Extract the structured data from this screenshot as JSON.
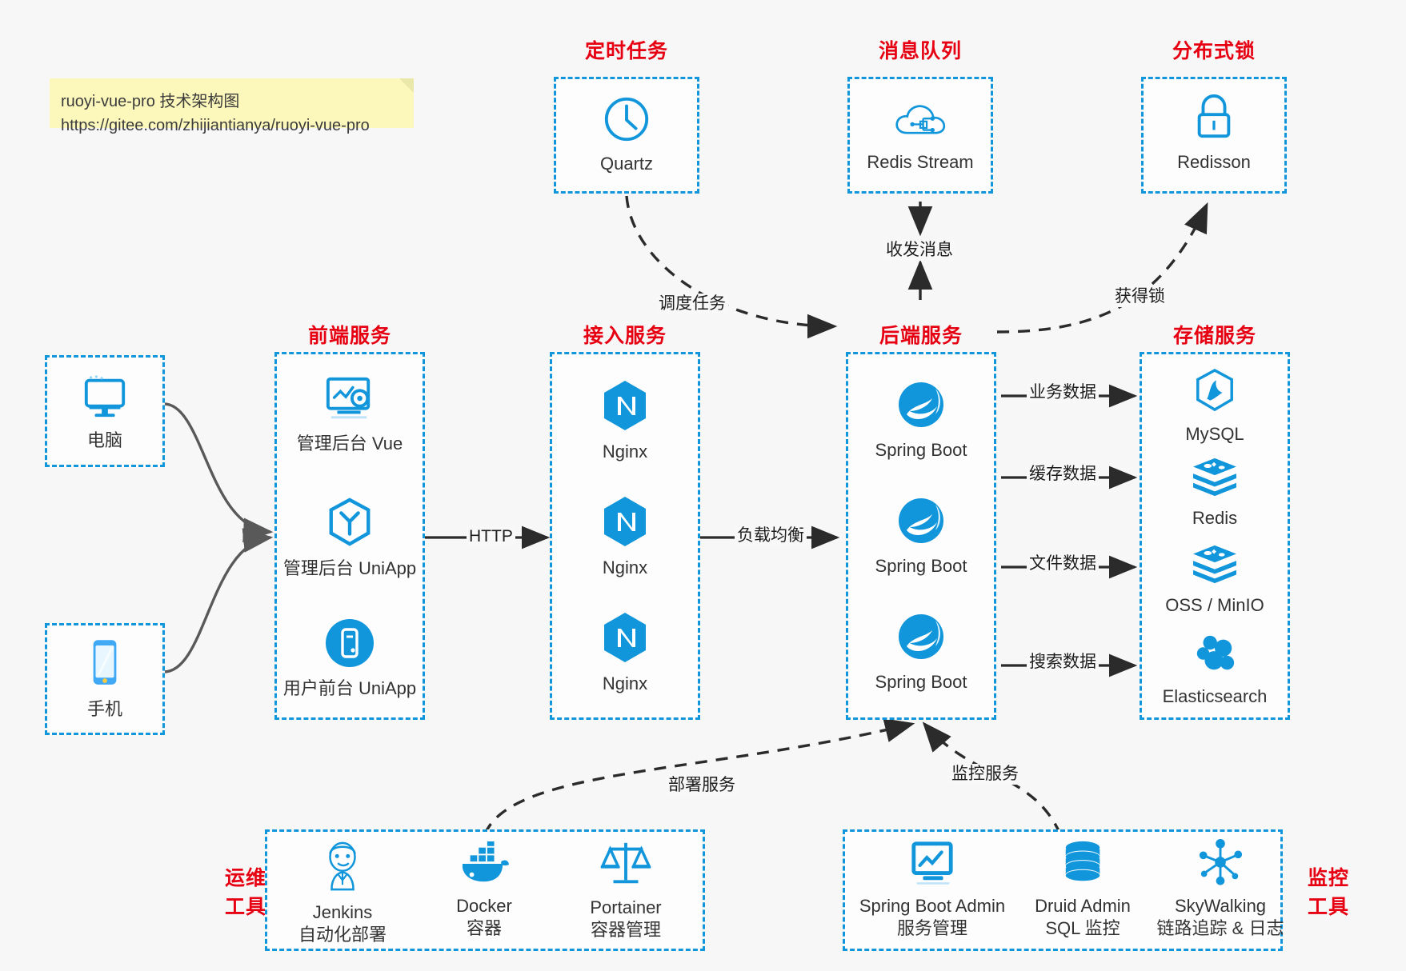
{
  "note": {
    "line1": "ruoyi-vue-pro 技术架构图",
    "line2": "https://gitee.com/zhijiantianya/ruoyi-vue-pro"
  },
  "colors": {
    "accent_blue": "#1296db",
    "caption_red": "#e60012",
    "background": "#f7f7f7",
    "note_yellow": "#fcf7ba",
    "edge_dark": "#2b2b2b",
    "edge_gray": "#595959"
  },
  "captions": {
    "scheduled_task": "定时任务",
    "message_queue": "消息队列",
    "distributed_lock": "分布式锁",
    "frontend_service": "前端服务",
    "access_service": "接入服务",
    "backend_service": "后端服务",
    "storage_service": "存储服务",
    "devops_tools_line1": "运维",
    "devops_tools_line2": "工具",
    "monitor_tools_line1": "监控",
    "monitor_tools_line2": "工具"
  },
  "clients": [
    {
      "icon": "desktop-computer-icon",
      "label": "电脑"
    },
    {
      "icon": "mobile-phone-icon",
      "label": "手机"
    }
  ],
  "scheduled_task": {
    "icon": "clock-icon",
    "label": "Quartz"
  },
  "message_queue": {
    "icon": "cloud-stream-icon",
    "label": "Redis Stream"
  },
  "distributed_lock": {
    "icon": "padlock-icon",
    "label": "Redisson"
  },
  "frontend_service": [
    {
      "icon": "dashboard-settings-icon",
      "label": "管理后台 Vue"
    },
    {
      "icon": "uniapp-cube-icon",
      "label": "管理后台 UniApp"
    },
    {
      "icon": "mobile-app-circle-icon",
      "label": "用户前台 UniApp"
    }
  ],
  "access_service": [
    {
      "icon": "nginx-icon",
      "label": "Nginx"
    },
    {
      "icon": "nginx-icon",
      "label": "Nginx"
    },
    {
      "icon": "nginx-icon",
      "label": "Nginx"
    }
  ],
  "backend_service": [
    {
      "icon": "spring-boot-icon",
      "label": "Spring Boot"
    },
    {
      "icon": "spring-boot-icon",
      "label": "Spring Boot"
    },
    {
      "icon": "spring-boot-icon",
      "label": "Spring Boot"
    }
  ],
  "storage_service": [
    {
      "icon": "mysql-dolphin-icon",
      "label": "MySQL"
    },
    {
      "icon": "redis-stack-icon",
      "label": "Redis"
    },
    {
      "icon": "oss-stack-icon",
      "label": "OSS / MinIO"
    },
    {
      "icon": "elasticsearch-icon",
      "label": "Elasticsearch"
    }
  ],
  "devops_tools": [
    {
      "icon": "jenkins-butler-icon",
      "label": "Jenkins",
      "sub": "自动化部署"
    },
    {
      "icon": "docker-whale-icon",
      "label": "Docker",
      "sub": "容器"
    },
    {
      "icon": "portainer-scale-icon",
      "label": "Portainer",
      "sub": "容器管理"
    }
  ],
  "monitor_tools": [
    {
      "icon": "monitor-chart-icon",
      "label": "Spring Boot Admin",
      "sub": "服务管理"
    },
    {
      "icon": "database-cylinder-icon",
      "label": "Druid Admin",
      "sub": "SQL 监控"
    },
    {
      "icon": "skywalking-node-icon",
      "label": "SkyWalking",
      "sub": "链路追踪 & 日志"
    }
  ],
  "edge_labels": {
    "http": "HTTP",
    "load_balance": "负载均衡",
    "schedule_task": "调度任务",
    "send_receive_message": "收发消息",
    "acquire_lock": "获得锁",
    "business_data": "业务数据",
    "cache_data": "缓存数据",
    "file_data": "文件数据",
    "search_data": "搜索数据",
    "deploy_service": "部署服务",
    "monitor_service": "监控服务"
  }
}
